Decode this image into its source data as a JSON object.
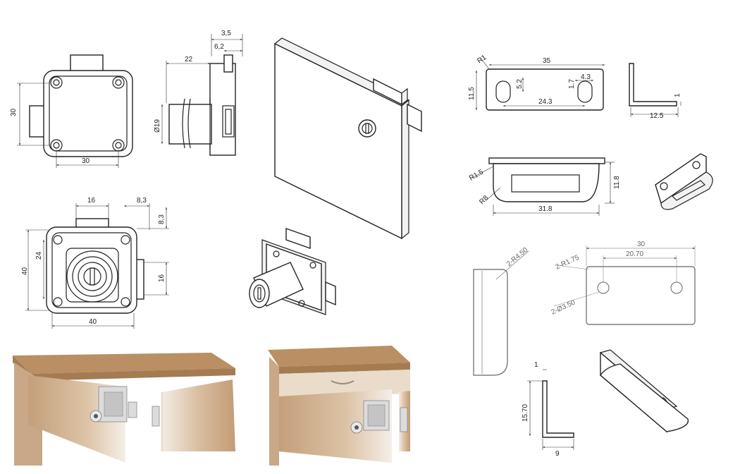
{
  "dimensions": {
    "front_view": {
      "height": "30",
      "width": "30"
    },
    "side_view": {
      "total": "3,5",
      "plate": "6,2",
      "depth": "22",
      "diameter": "Ø19"
    },
    "back_view": {
      "width_top": "16",
      "offset_top": "8,3",
      "offset_right": "8,3",
      "height": "40",
      "inner_height": "24",
      "cam": "16",
      "width": "40"
    },
    "strike_plate": {
      "radius": "R1",
      "length": "35",
      "height": "11,5",
      "slot_w": "5.2",
      "slot_h": "1.7",
      "slot_len": "4.3",
      "hole_spacing": "24.3",
      "thickness": "1",
      "depth": "12.5"
    },
    "keeper": {
      "radius_outer": "R1.5",
      "radius_inner": "R8",
      "height": "11.8",
      "length": "31.8"
    },
    "bracket": {
      "length": "30",
      "hole_spacing": "20.70",
      "corner_radius": "2-R1.75",
      "hole_diameter": "2-Ø3.50",
      "end_radius": "2-R4.50",
      "thickness": "1",
      "height": "15.70",
      "base": "9"
    }
  },
  "colors": {
    "line": "#222222",
    "wood_face": "#c8a886",
    "wood_top": "#b98f63",
    "metal": "#dcdcdc"
  }
}
